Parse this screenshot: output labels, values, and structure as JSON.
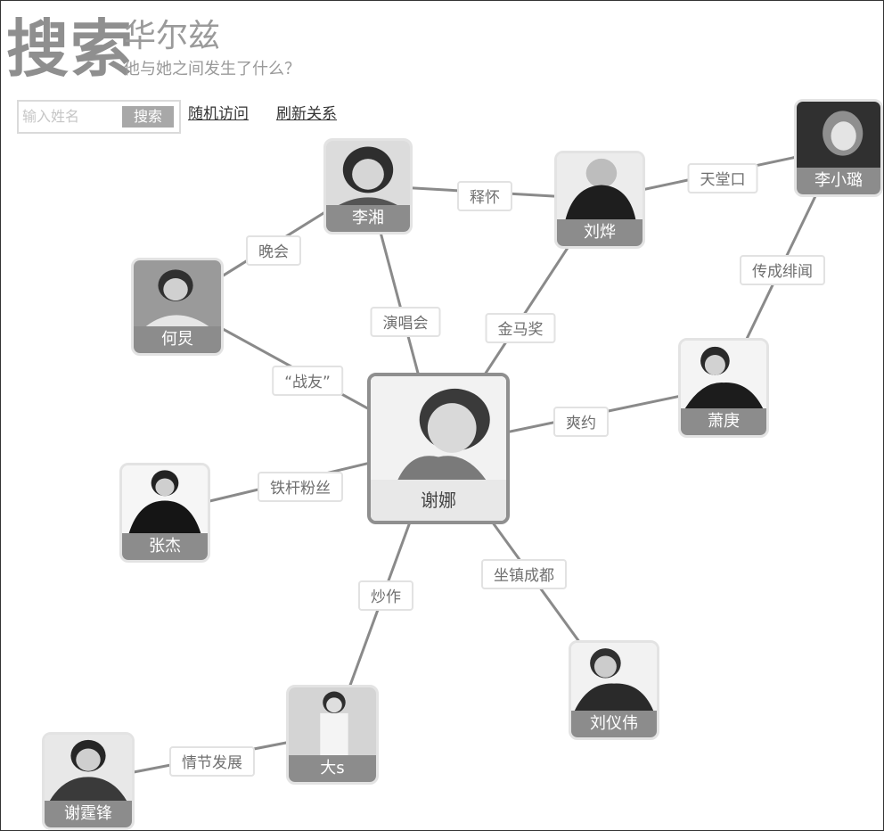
{
  "header": {
    "logo_big": "搜索",
    "logo_name": "华尔兹",
    "slogan": "他与她之间发生了什么？"
  },
  "search": {
    "placeholder": "输入姓名",
    "button_label": "搜索"
  },
  "links": {
    "random": "随机访问",
    "refresh": "刷新关系"
  },
  "graph": {
    "center": "谢娜",
    "people": {
      "lixiang": "李湘",
      "liuye": "刘烨",
      "lixiaolu": "李小璐",
      "heling": "何炅",
      "hegeng": "萧庚",
      "zhangjie": "张杰",
      "liuyiwei": "刘仪伟",
      "dasi": "大s",
      "xietingfeng": "谢霆锋"
    },
    "relations": {
      "lixiang_liuye": "释怀",
      "liuye_lixiaolu": "天堂口",
      "lixiang_heling": "晚会",
      "center_lixiang": "演唱会",
      "center_liuye": "金马奖",
      "lixiaolu_hegeng": "传成绯闻",
      "center_heling": "“战友”",
      "center_hegeng": "爽约",
      "center_zhangjie": "铁杆粉丝",
      "center_dasi": "炒作",
      "center_liuyiwei": "坐镇成都",
      "dasi_xietingfeng": "情节发展"
    }
  }
}
